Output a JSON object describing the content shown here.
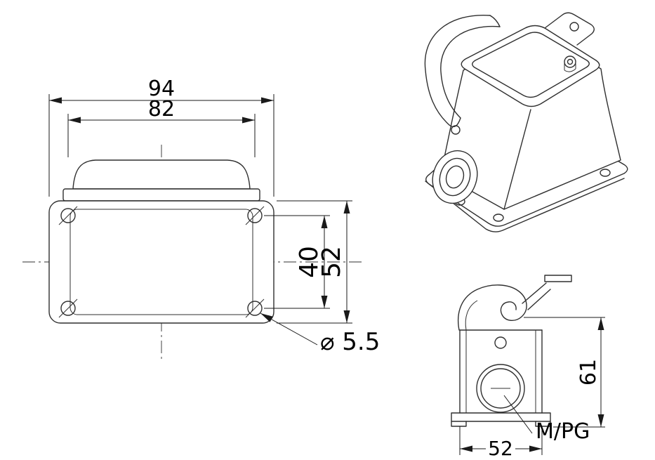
{
  "colors": {
    "line": "#2f2f2f",
    "dimension": "#1a1a1a",
    "background": "#ffffff"
  },
  "front_view": {
    "dim_outer_width": "94",
    "dim_hole_spacing_width": "82",
    "dim_hole_spacing_height": "40",
    "dim_overall_height": "52",
    "hole_diameter_callout": "⌀ 5.5"
  },
  "side_view": {
    "dim_height": "61",
    "dim_width": "52",
    "thread_callout": "M/PG"
  }
}
